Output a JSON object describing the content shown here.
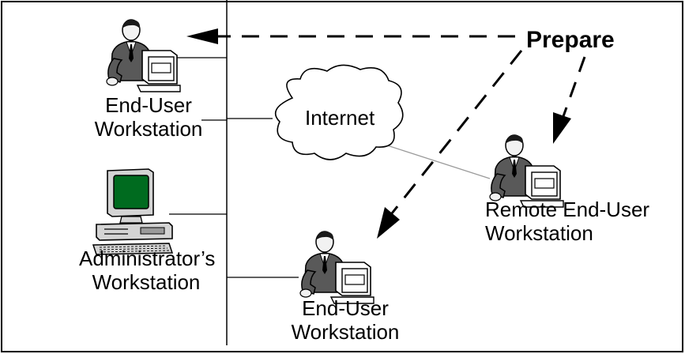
{
  "colors": {
    "line": "#000000",
    "thin_line": "#9a9a9a",
    "suit": "#595959",
    "monitor_screen": "#006b1f",
    "computer_body": "#d4d4d4",
    "cloud_fill": "#ffffff"
  },
  "prepare_label": "Prepare",
  "internet_label": "Internet",
  "nodes": {
    "top_workstation": {
      "line1": "End-User",
      "line2": "Workstation",
      "icon": "person-at-computer-icon"
    },
    "admin_workstation": {
      "line1": "Administrator’s",
      "line2": "Workstation",
      "icon": "desktop-computer-icon"
    },
    "bottom_workstation": {
      "line1": "End-User",
      "line2": "Workstation",
      "icon": "person-at-computer-icon"
    },
    "remote_workstation": {
      "line1": "Remote End-User",
      "line2": "Workstation",
      "icon": "person-at-computer-icon"
    }
  }
}
